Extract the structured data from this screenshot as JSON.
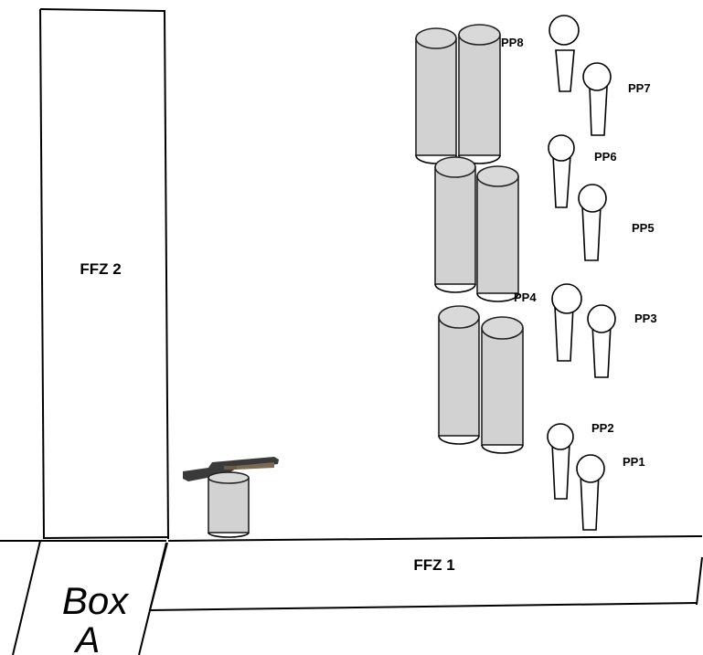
{
  "zones": {
    "ffz2": "FFZ 2",
    "ffz1": "FFZ 1",
    "box_line1": "Box",
    "box_line2": "A"
  },
  "targets": [
    "PP1",
    "PP2",
    "PP3",
    "PP4",
    "PP5",
    "PP6",
    "PP7",
    "PP8"
  ],
  "icons": {
    "shotgun": "shotgun-icon",
    "barrel": "barrel-icon",
    "target": "paper-target-icon"
  },
  "colors": {
    "barrel_fill": "#d2d2d2",
    "outline": "#000000",
    "gun": "#3a3a3a"
  }
}
